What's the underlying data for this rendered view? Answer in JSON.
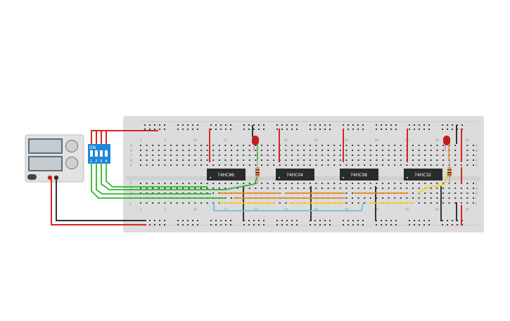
{
  "chips": [
    {
      "label": "74HC86"
    },
    {
      "label": "74HC04"
    },
    {
      "label": "74HC08"
    },
    {
      "label": "74HC32"
    }
  ],
  "dip_switch": {
    "on_label": "ON",
    "numbers": [
      "1",
      "2",
      "3",
      "4"
    ]
  },
  "breadboard": {
    "row_labels": [
      "A",
      "B",
      "C",
      "D",
      "E",
      "F",
      "G",
      "H",
      "I",
      "J"
    ],
    "column_numbers": [
      "1",
      "5",
      "10",
      "15",
      "20",
      "25",
      "30",
      "35",
      "40",
      "45",
      "50",
      "55"
    ]
  },
  "colors": {
    "breadboard": "#dcdcdc",
    "rail_red": "#d9261c",
    "rail_dark": "#333333",
    "wire_green": "#2fb52f",
    "wire_orange": "#e98b1a",
    "wire_yellow": "#f3cf2a",
    "wire_blue": "#6fc0d9",
    "chip_body": "#2b2b2b",
    "dip_blue": "#1e88d8",
    "led_red": "#c41d1d"
  }
}
